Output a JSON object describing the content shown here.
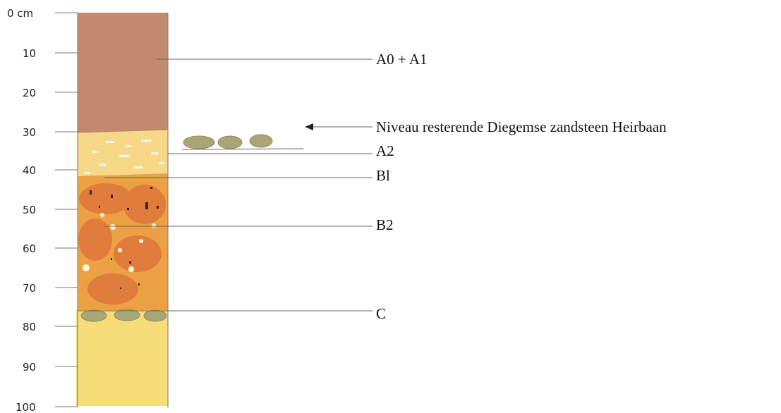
{
  "depth_scale": {
    "labels": [
      "0 cm",
      "10",
      "20",
      "30",
      "40",
      "50",
      "60",
      "70",
      "80",
      "90",
      "100"
    ]
  },
  "horizons": [
    {
      "id": "a0a1",
      "label": "A0 + A1"
    },
    {
      "id": "a2",
      "label": "A2"
    },
    {
      "id": "b1",
      "label": "Bl"
    },
    {
      "id": "b2",
      "label": "B2"
    },
    {
      "id": "c",
      "label": "C"
    }
  ],
  "annotation": {
    "label": "Niveau resterende Diegemse zandsteen Heirbaan"
  },
  "colors": {
    "a0a1": "#c3896c",
    "a2": "#f6d888",
    "b": "#eda145",
    "b_dark": "#e07c3c",
    "c": "#f7dc7a",
    "stone": "#a9a676",
    "axis": "#777777",
    "leader": "#666666"
  }
}
